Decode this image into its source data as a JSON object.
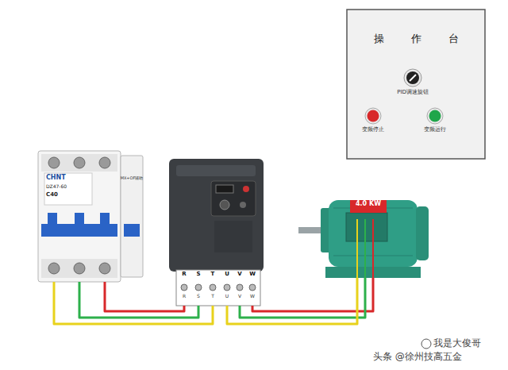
{
  "diagram": {
    "nodes": [
      {
        "text": [
          "操作台"
        ]
      },
      {
        "text": [
          "CHNT",
          "DZ47-60",
          "C40"
        ]
      },
      {
        "text": [
          "R",
          "S",
          "T",
          "U",
          "V",
          "W"
        ]
      },
      {
        "text": [
          "4.0 KW"
        ]
      }
    ],
    "edges": [
      {
        "from": 1,
        "to": 2,
        "arrow": "none"
      },
      {
        "from": 1,
        "to": 2,
        "arrow": "none"
      },
      {
        "from": 1,
        "to": 2,
        "arrow": "none"
      },
      {
        "from": 2,
        "to": 3,
        "arrow": "none"
      },
      {
        "from": 2,
        "to": 3,
        "arrow": "none"
      },
      {
        "from": 2,
        "to": 3,
        "arrow": "none"
      }
    ],
    "labels": [
      "PID调速旋钮",
      "变频停止",
      "变频运行",
      "MX+OF辅助",
      "R",
      "S",
      "T",
      "U",
      "V",
      "W",
      "我是大俊哥",
      "头条 @徐州技高五金"
    ]
  }
}
